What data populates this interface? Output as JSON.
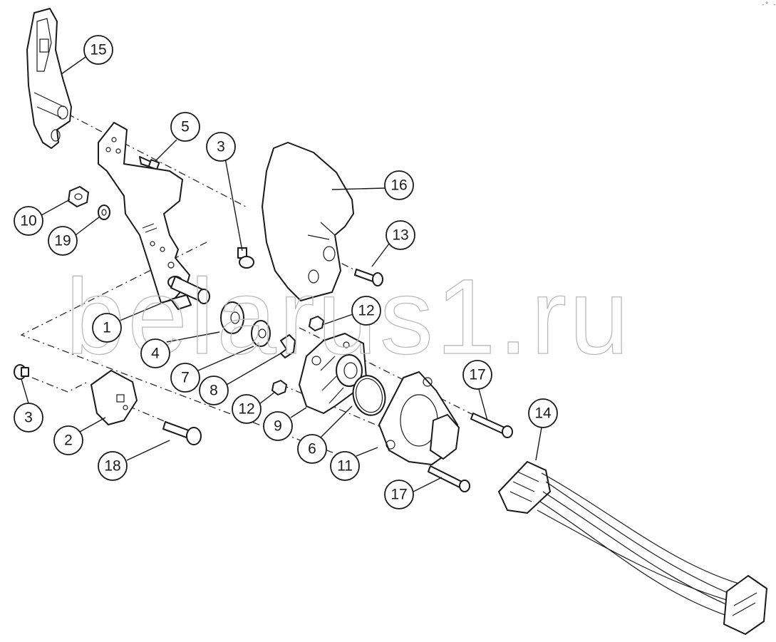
{
  "watermark": "belarus1.ru",
  "corner_mark": "-° ---",
  "callouts": {
    "c1": "1",
    "c2": "2",
    "c3a": "3",
    "c3b": "3",
    "c4": "4",
    "c5": "5",
    "c6": "6",
    "c7": "7",
    "c8": "8",
    "c9": "9",
    "c10": "10",
    "c11": "11",
    "c12a": "12",
    "c12b": "12",
    "c13": "13",
    "c14": "14",
    "c15": "15",
    "c16": "16",
    "c17a": "17",
    "c17b": "17",
    "c18": "18",
    "c19": "19"
  },
  "colors": {
    "line": "#1a1a1a",
    "watermark": "#b9b9b9",
    "background": "#ffffff"
  }
}
